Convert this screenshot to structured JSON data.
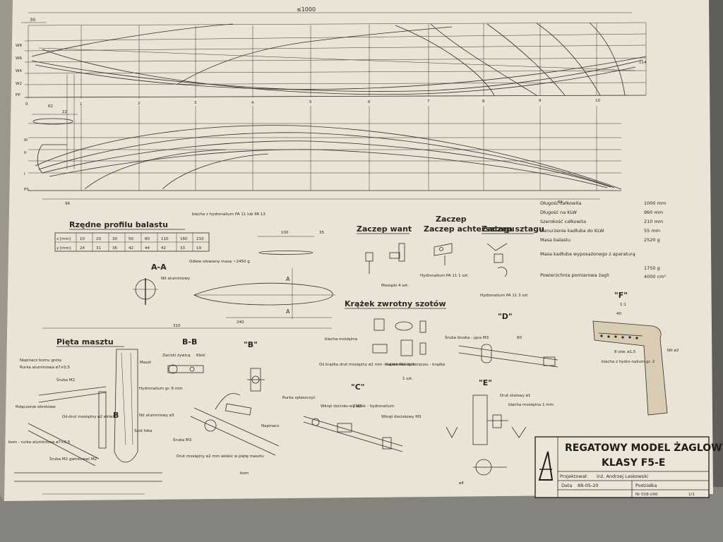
{
  "sheet": {
    "overall_length": "≤1000",
    "dim_30": "30",
    "waterline_labels": [
      "W8",
      "W6",
      "W4",
      "W2",
      "PP"
    ],
    "station_labels": [
      "0",
      "1",
      "2",
      "3",
      "4",
      "5",
      "6",
      "7",
      "8",
      "9",
      "10"
    ],
    "right_dim": "114",
    "buttock_labels": [
      "III",
      "II",
      "I",
      "PS"
    ],
    "dim_96_left": "96",
    "dim_96_right": "96",
    "dim_310": "310",
    "dim_240": "240",
    "dim_100": "100",
    "dim_35": "35",
    "detail_62": "62",
    "detail_22": "22"
  },
  "ballast": {
    "heading": "Rzędne profilu balastu",
    "note": "blacha z hydronalium PA 11 lub PA 13",
    "row_x_label": "x [mm]",
    "row_y_label": "y [mm]",
    "x_values": [
      "10",
      "20",
      "30",
      "50",
      "80",
      "110",
      "160",
      "210"
    ],
    "y_values": [
      "24",
      "31",
      "36",
      "42",
      "44",
      "42",
      "33",
      "19"
    ],
    "section_aa": "A-A",
    "rivet_note": "Nit aluminiowy",
    "casting_note": "Odlew ołowiany masa ~2450 g",
    "label_a": "A"
  },
  "fittings": {
    "shroud_heading": "Zaczep want",
    "shroud_note": "Mosiądz 4 szt.",
    "backstay_heading": "Zaczep achtersztagu",
    "backstay_note": "Hydronalium PA 11 1 szt.",
    "forestay_heading": "Zaczep sztagu",
    "forestay_note": "Hydronalium PA 11 3 szt.",
    "pulley_heading": "Krążek zwrotny szotów",
    "pulley_notes": [
      "blacha mosiężna",
      "Oś krążka drut mosiężny ø2 mm - zalutować do korpusu - krążka",
      "Krążek Mosiądz",
      "1 szt."
    ]
  },
  "specs": [
    {
      "label": "Długość całkowita",
      "value": "1000 mm"
    },
    {
      "label": "Długość na KLW",
      "value": "960 mm"
    },
    {
      "label": "Szerokość całkowita",
      "value": "210 mm"
    },
    {
      "label": "Zanurzenie kadłuba do KLW",
      "value": "55 mm"
    },
    {
      "label": "Masa balastu",
      "value": "2520 g"
    },
    {
      "label": "Masa kadłuba wyposażonego z aparaturą",
      "value": "1750 g"
    },
    {
      "label": "Powierzchnia pomiarowa żagli",
      "value": "4000 cm²"
    }
  ],
  "details": {
    "mast_heading": "Pięta masztu",
    "bb_heading": "B-B",
    "b_heading": "\"B\"",
    "c_heading": "\"C\"",
    "d_heading": "\"D\"",
    "e_heading": "\"E\"",
    "f_heading": "\"F\"",
    "f_scale": "1:1",
    "mast_labels": [
      "Napinacz bomu grota",
      "Rurka aluminiowa ø7×0,5",
      "Śruba M2",
      "Połączenie obrotowe",
      "Oś-drut mosiężny ø2 wkleić",
      "bom - rurka aluminiowa ø7×0,5",
      "Śruba M2 gwintować M2",
      "Hydronalium gr. 6 mm",
      "Nit aluminiowy ø3",
      "Szot foka",
      "Drut mosiężny ø2 mm wkleić w piętę masztu",
      "Maszt",
      "Zaciski żywicą",
      "Kleić",
      "Śruba M3",
      "Napinacz",
      "bom"
    ],
    "c_labels": [
      "Rurka spłaszczyć",
      "Zapisk - hydronalium",
      "Wkręt docisko-wy M3",
      "Wkręt dociskowy M3"
    ],
    "d_labels": [
      "Śruba kłuska - jąca M3",
      "60"
    ],
    "e_labels": [
      "Drut stalowy ø1",
      "blacha mosiężna 1 mm",
      "ø4"
    ],
    "f_labels": [
      "40",
      "8 otw. ø1,5",
      "blacha z hydro-nalium gr. 2",
      "Nit ø2"
    ]
  },
  "title_block": {
    "title1": "REGATOWY MODEL ŻAGLOWY",
    "title2": "KLASY F5-E",
    "designed_label": "Projektował:",
    "designer": "inż. Andrzej Laskowski",
    "date_label": "Data",
    "date": "88-05-20",
    "scale_label": "Podziałka",
    "sheet_no": "Nr 018-U00",
    "sheet_of": "1/1"
  }
}
